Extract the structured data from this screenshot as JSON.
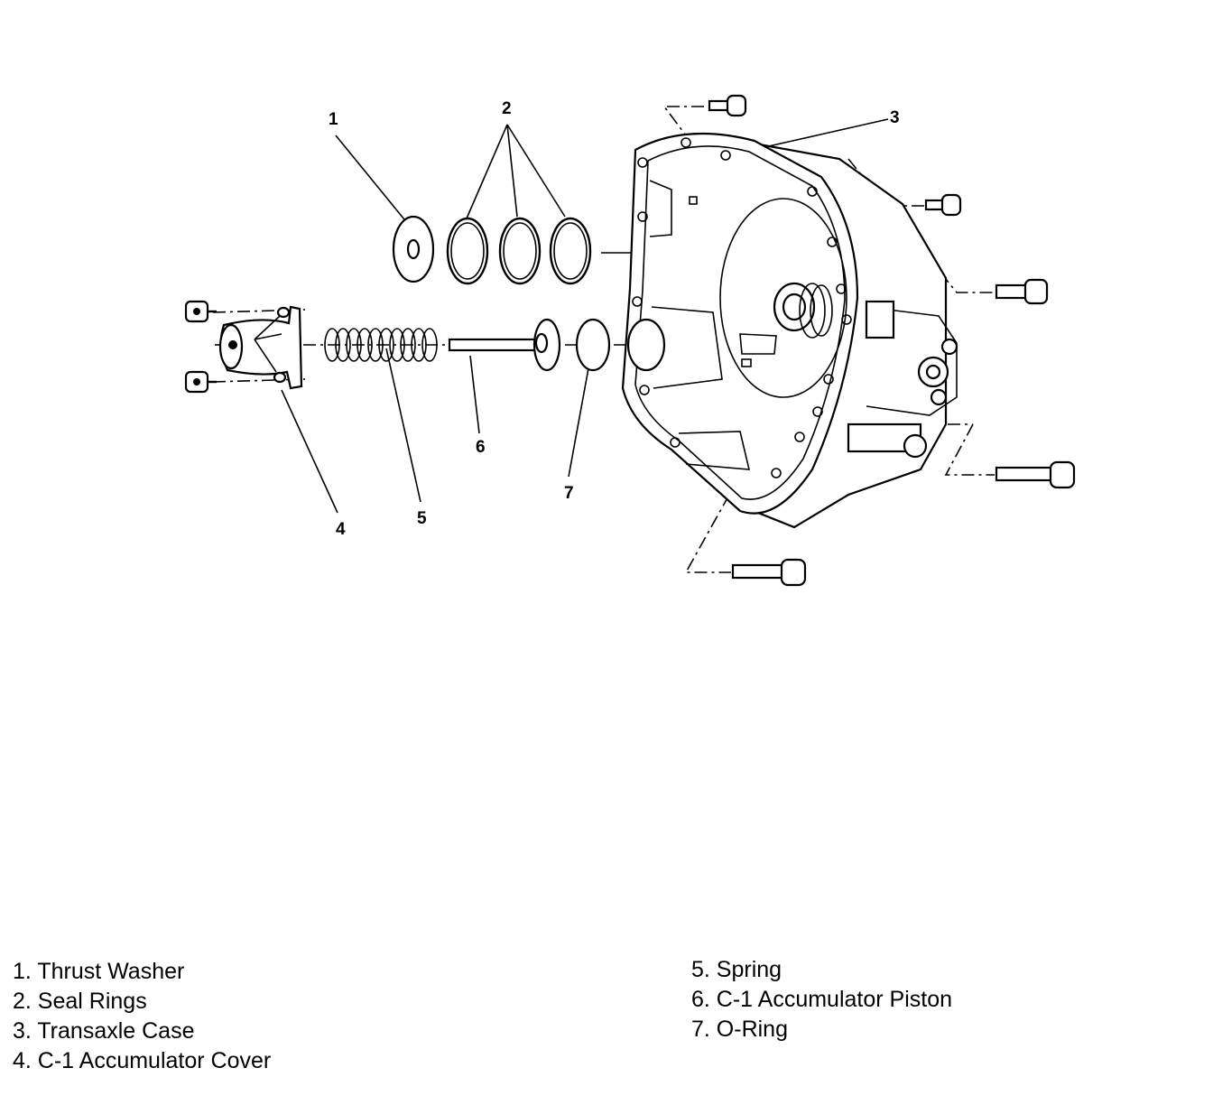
{
  "callouts": [
    "1",
    "2",
    "3",
    "4",
    "5",
    "6",
    "7"
  ],
  "legend": {
    "left": [
      "1. Thrust Washer",
      "2. Seal Rings",
      "3. Transaxle Case",
      "4. C-1 Accumulator Cover"
    ],
    "right": [
      "5. Spring",
      "6. C-1 Accumulator Piston",
      "7. O-Ring"
    ]
  },
  "icons": [
    "bolt-icon",
    "thrust-washer-icon",
    "seal-ring-icon",
    "spring-icon",
    "piston-icon",
    "o-ring-icon",
    "accumulator-cover-icon",
    "transaxle-case-icon"
  ]
}
